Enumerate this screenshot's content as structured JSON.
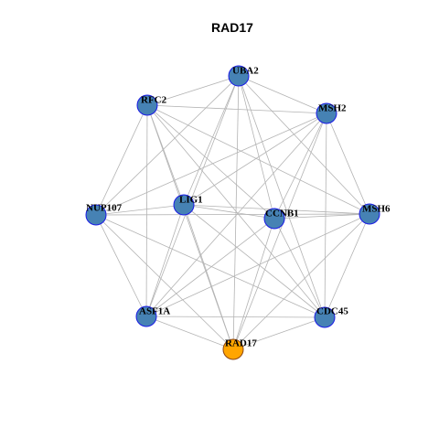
{
  "title": "RAD17",
  "colors": {
    "node_fill": "#4682b4",
    "node_stroke": "#1a1ae6",
    "hub_fill": "#ffa500",
    "hub_stroke": "#8b4513",
    "edge": "#b3b3b3"
  },
  "nodes": [
    {
      "id": "UBA2",
      "label": "UBA2",
      "type": "neighbor"
    },
    {
      "id": "RFC2",
      "label": "RFC2",
      "type": "neighbor"
    },
    {
      "id": "MSH2",
      "label": "MSH2",
      "type": "neighbor"
    },
    {
      "id": "NUP107",
      "label": "NUP107",
      "type": "neighbor"
    },
    {
      "id": "LIG1",
      "label": "LIG1",
      "type": "neighbor"
    },
    {
      "id": "CCNB1",
      "label": "CCNB1",
      "type": "neighbor"
    },
    {
      "id": "MSH6",
      "label": "MSH6",
      "type": "neighbor"
    },
    {
      "id": "ASF1A",
      "label": "ASF1A",
      "type": "neighbor"
    },
    {
      "id": "CDC45",
      "label": "CDC45",
      "type": "neighbor"
    },
    {
      "id": "RAD17",
      "label": "RAD17",
      "type": "hub"
    }
  ],
  "edges": [
    [
      "UBA2",
      "RFC2"
    ],
    [
      "UBA2",
      "MSH2"
    ],
    [
      "UBA2",
      "NUP107"
    ],
    [
      "UBA2",
      "LIG1"
    ],
    [
      "UBA2",
      "CCNB1"
    ],
    [
      "UBA2",
      "MSH6"
    ],
    [
      "UBA2",
      "ASF1A"
    ],
    [
      "UBA2",
      "CDC45"
    ],
    [
      "UBA2",
      "RAD17"
    ],
    [
      "RFC2",
      "MSH2"
    ],
    [
      "RFC2",
      "NUP107"
    ],
    [
      "RFC2",
      "LIG1"
    ],
    [
      "RFC2",
      "CCNB1"
    ],
    [
      "RFC2",
      "MSH6"
    ],
    [
      "RFC2",
      "ASF1A"
    ],
    [
      "RFC2",
      "CDC45"
    ],
    [
      "RFC2",
      "RAD17"
    ],
    [
      "MSH2",
      "NUP107"
    ],
    [
      "MSH2",
      "LIG1"
    ],
    [
      "MSH2",
      "CCNB1"
    ],
    [
      "MSH2",
      "MSH6"
    ],
    [
      "MSH2",
      "ASF1A"
    ],
    [
      "MSH2",
      "CDC45"
    ],
    [
      "MSH2",
      "RAD17"
    ],
    [
      "NUP107",
      "LIG1"
    ],
    [
      "NUP107",
      "MSH6"
    ],
    [
      "NUP107",
      "ASF1A"
    ],
    [
      "NUP107",
      "RAD17"
    ],
    [
      "NUP107",
      "CDC45"
    ],
    [
      "LIG1",
      "CCNB1"
    ],
    [
      "LIG1",
      "MSH6"
    ],
    [
      "LIG1",
      "ASF1A"
    ],
    [
      "LIG1",
      "CDC45"
    ],
    [
      "LIG1",
      "RAD17"
    ],
    [
      "CCNB1",
      "MSH6"
    ],
    [
      "CCNB1",
      "ASF1A"
    ],
    [
      "CCNB1",
      "CDC45"
    ],
    [
      "CCNB1",
      "RAD17"
    ],
    [
      "MSH6",
      "ASF1A"
    ],
    [
      "MSH6",
      "CDC45"
    ],
    [
      "MSH6",
      "RAD17"
    ],
    [
      "ASF1A",
      "CDC45"
    ],
    [
      "ASF1A",
      "RAD17"
    ],
    [
      "CDC45",
      "RAD17"
    ]
  ]
}
